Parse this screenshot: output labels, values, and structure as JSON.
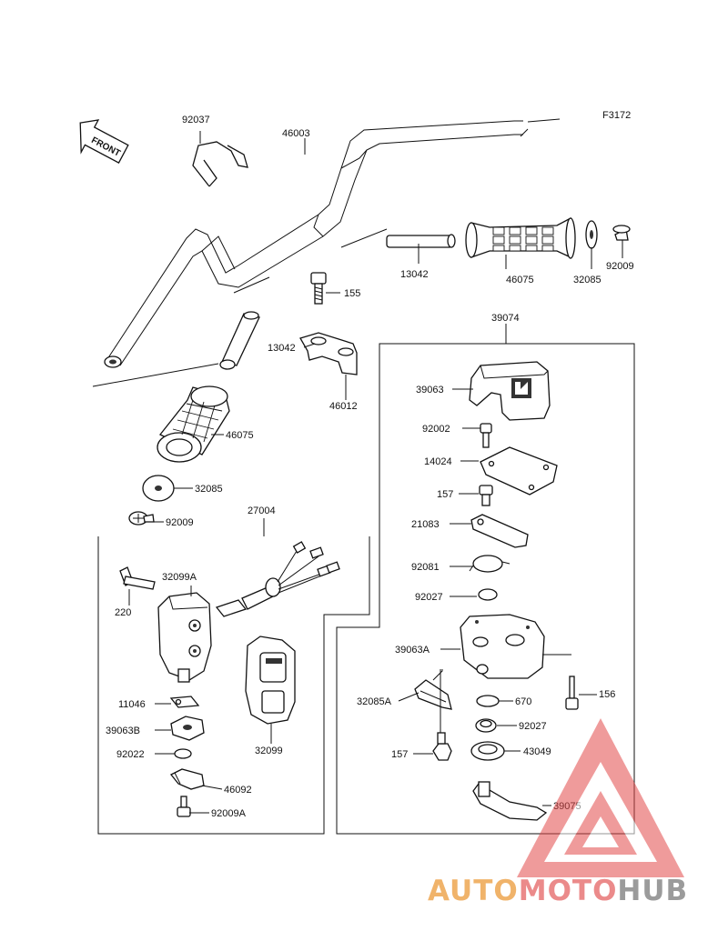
{
  "diagram": {
    "ref": "F3172",
    "front_label": "FRONT",
    "parts": {
      "p92037": "92037",
      "p46003": "46003",
      "p13042_top": "13042",
      "p46075_right": "46075",
      "p32085_right": "32085",
      "p92009_right": "92009",
      "p155": "155",
      "p13042_mid": "13042",
      "p46012": "46012",
      "p39074": "39074",
      "p39063": "39063",
      "p92002": "92002",
      "p14024": "14024",
      "p157_top": "157",
      "p21083": "21083",
      "p92081": "92081",
      "p92027_top": "92027",
      "p39063A": "39063A",
      "p156": "156",
      "p32085A": "32085A",
      "p670": "670",
      "p92027_bottom": "92027",
      "p157_bottom": "157",
      "p43049": "43049",
      "p39075": "39075",
      "p46075_left": "46075",
      "p32085_left": "32085",
      "p92009_left": "92009",
      "p27004": "27004",
      "p32099A": "32099A",
      "p220": "220",
      "p11046": "11046",
      "p39063B": "39063B",
      "p92022": "92022",
      "p32099": "32099",
      "p46092": "46092",
      "p92009A": "92009A"
    }
  },
  "watermark": {
    "part1": "AUTO",
    "part2": "MOTO",
    "part3": "HUB",
    "colors": {
      "auto": "#f0b36a",
      "moto": "#eb8a8a",
      "hub": "#9b9b9b",
      "triangle": "#e34a4a"
    }
  }
}
